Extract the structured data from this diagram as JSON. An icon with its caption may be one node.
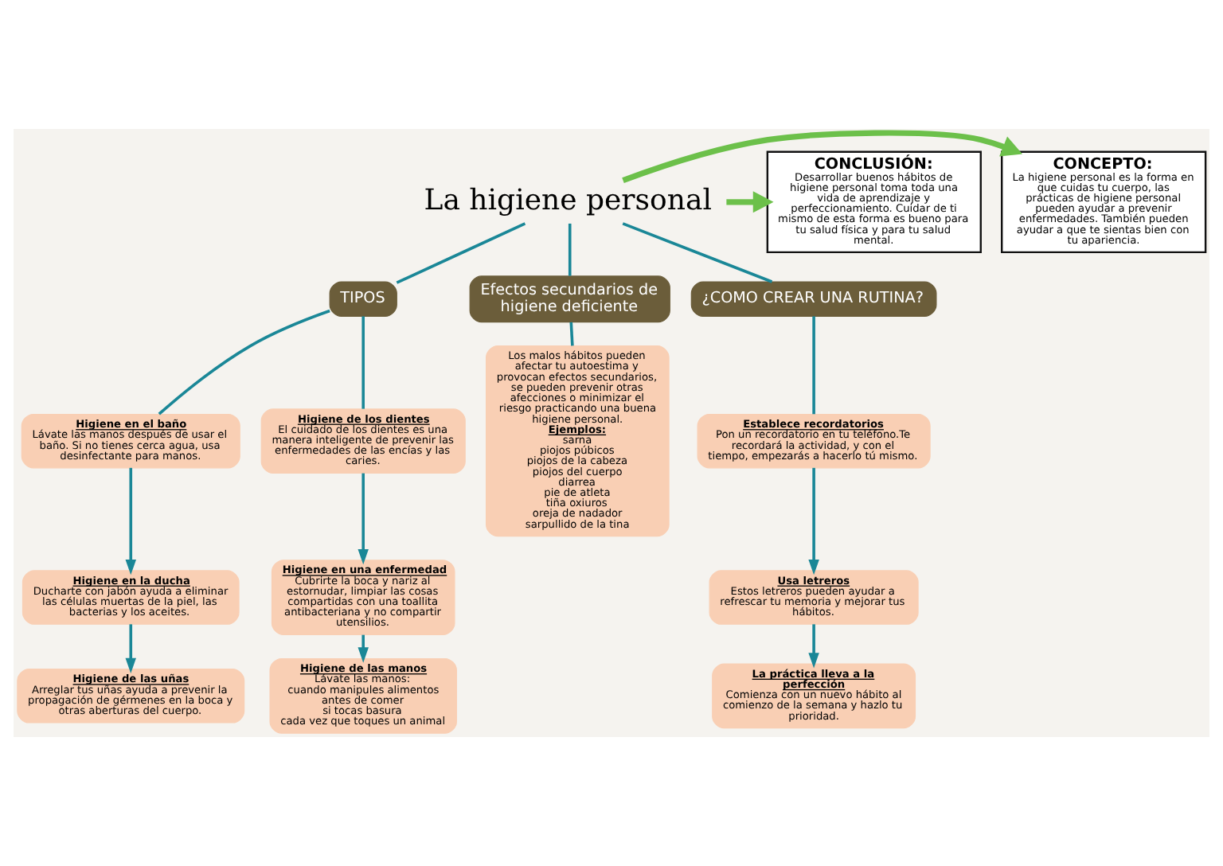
{
  "diagram": {
    "nodes": [
      {
        "text": [
          "La higiene personal"
        ]
      },
      {
        "text": [
          "CONCEPTO:",
          "La higiene personal es la forma en que cuidas tu cuerpo, las prácticas de higiene personal pueden ayudar a prevenir enfermedades. También pueden ayudar a que te sientas bien con tu apariencia."
        ]
      },
      {
        "text": [
          "CONCLUSIÓN:",
          "Desarrollar buenos hábitos de higiene personal toma toda una vida de aprendizaje y perfeccionamiento. Cuidar de ti mismo de esta forma es bueno para tu salud física y para tu salud mental."
        ]
      },
      {
        "text": [
          "TIPOS"
        ]
      },
      {
        "text": [
          "Efectos secundarios de higiene deficiente"
        ]
      },
      {
        "text": [
          "¿COMO CREAR UNA RUTINA?"
        ]
      },
      {
        "text": [
          "Higiene en el baño",
          "Lávate las manos después de usar el baño. Si no tienes cerca agua, usa desinfectante para manos."
        ]
      },
      {
        "text": [
          "Higiene en la ducha",
          "Ducharte con jabón ayuda a eliminar las células muertas de la piel, las bacterias y los aceites."
        ]
      },
      {
        "text": [
          "Higiene de las uñas",
          "Arreglar tus uñas ayuda a prevenir la propagación de gérmenes en la boca y otras aberturas del cuerpo."
        ]
      },
      {
        "text": [
          "Higiene de los dientes",
          "El cuidado de los dientes es una manera inteligente de prevenir las enfermedades de las encías y las caries."
        ]
      },
      {
        "text": [
          "Higiene en una enfermedad",
          "Cubrirte la boca y nariz al estornudar, limpiar las cosas compartidas con una toallita antibacteriana y no compartir utensilios."
        ]
      },
      {
        "text": [
          "Higiene de las manos",
          "Lávate las manos:",
          "cuando manipules alimentos",
          "antes de comer",
          "si tocas basura",
          "cada vez que toques un animal"
        ]
      },
      {
        "text": [
          "Los malos hábitos pueden afectar tu autoestima y provocan efectos secundarios, se pueden prevenir otras afecciones o minimizar el riesgo practicando una buena higiene personal.",
          "Ejemplos:",
          "sarna",
          "piojos púbicos",
          "piojos de la cabeza",
          "piojos del cuerpo",
          "diarrea",
          "pie de atleta",
          "tiña oxiuros",
          "oreja de nadador",
          "sarpullido de la tina"
        ]
      },
      {
        "text": [
          "Establece recordatorios",
          "Pon un recordatorio en tu teléfono.Te recordará la actividad, y con el tiempo, empezarás a hacerlo tú mismo."
        ]
      },
      {
        "text": [
          "Usa letreros",
          "Estos letreros pueden ayudar a refrescar tu memoria y mejorar tus hábitos."
        ]
      },
      {
        "text": [
          "La práctica lleva a la perfección",
          "Comienza con un nuevo hábito al comienzo de la semana y hazlo tu prioridad."
        ]
      }
    ],
    "edges": [
      {
        "from": 0,
        "to": 1,
        "arrow": "to",
        "style": "thick",
        "color": "#6cc04a"
      },
      {
        "from": 0,
        "to": 2,
        "arrow": "to",
        "style": "thick",
        "color": "#6cc04a"
      },
      {
        "from": 0,
        "to": 3,
        "arrow": "none"
      },
      {
        "from": 0,
        "to": 4,
        "arrow": "none"
      },
      {
        "from": 0,
        "to": 5,
        "arrow": "none"
      },
      {
        "from": 3,
        "to": 6,
        "arrow": "none"
      },
      {
        "from": 3,
        "to": 9,
        "arrow": "none"
      },
      {
        "from": 4,
        "to": 12,
        "arrow": "none"
      },
      {
        "from": 5,
        "to": 13,
        "arrow": "none"
      },
      {
        "from": 6,
        "to": 7,
        "arrow": "to"
      },
      {
        "from": 7,
        "to": 8,
        "arrow": "to"
      },
      {
        "from": 9,
        "to": 10,
        "arrow": "to"
      },
      {
        "from": 10,
        "to": 11,
        "arrow": "to"
      },
      {
        "from": 13,
        "to": 14,
        "arrow": "to"
      },
      {
        "from": 14,
        "to": 15,
        "arrow": "to"
      }
    ]
  }
}
